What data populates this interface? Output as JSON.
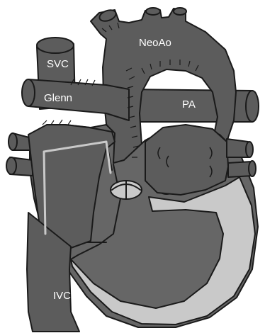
{
  "figure": {
    "labels": {
      "neoao": "NeoAo",
      "svc": "SVC",
      "glenn": "Glenn",
      "pa": "PA",
      "ivc": "IVC"
    },
    "colors": {
      "vessel": "#5c5c5c",
      "chamber_dark": "#666666",
      "chamber_light": "#c9c9c9",
      "outline": "#1a1a1a",
      "background": "#ffffff",
      "label_text": "#ffffff"
    }
  }
}
